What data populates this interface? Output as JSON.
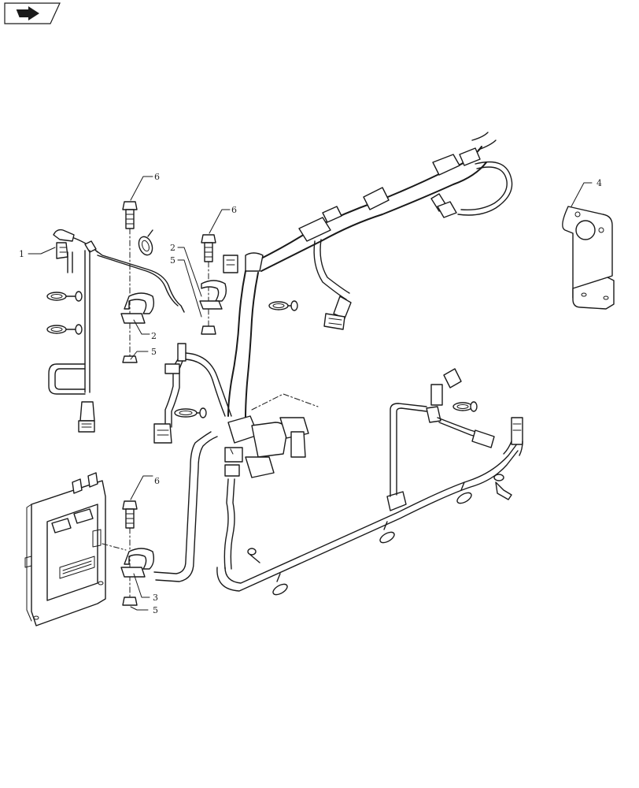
{
  "toolbar": {
    "nav_icon": "page-flip-arrow-icon"
  },
  "callouts": {
    "c1": "1",
    "c2a": "2",
    "c2b": "2",
    "c3": "3",
    "c4": "4",
    "c5a": "5",
    "c5b": "5",
    "c5c": "5",
    "c6a": "6",
    "c6b": "6",
    "c6c": "6"
  }
}
